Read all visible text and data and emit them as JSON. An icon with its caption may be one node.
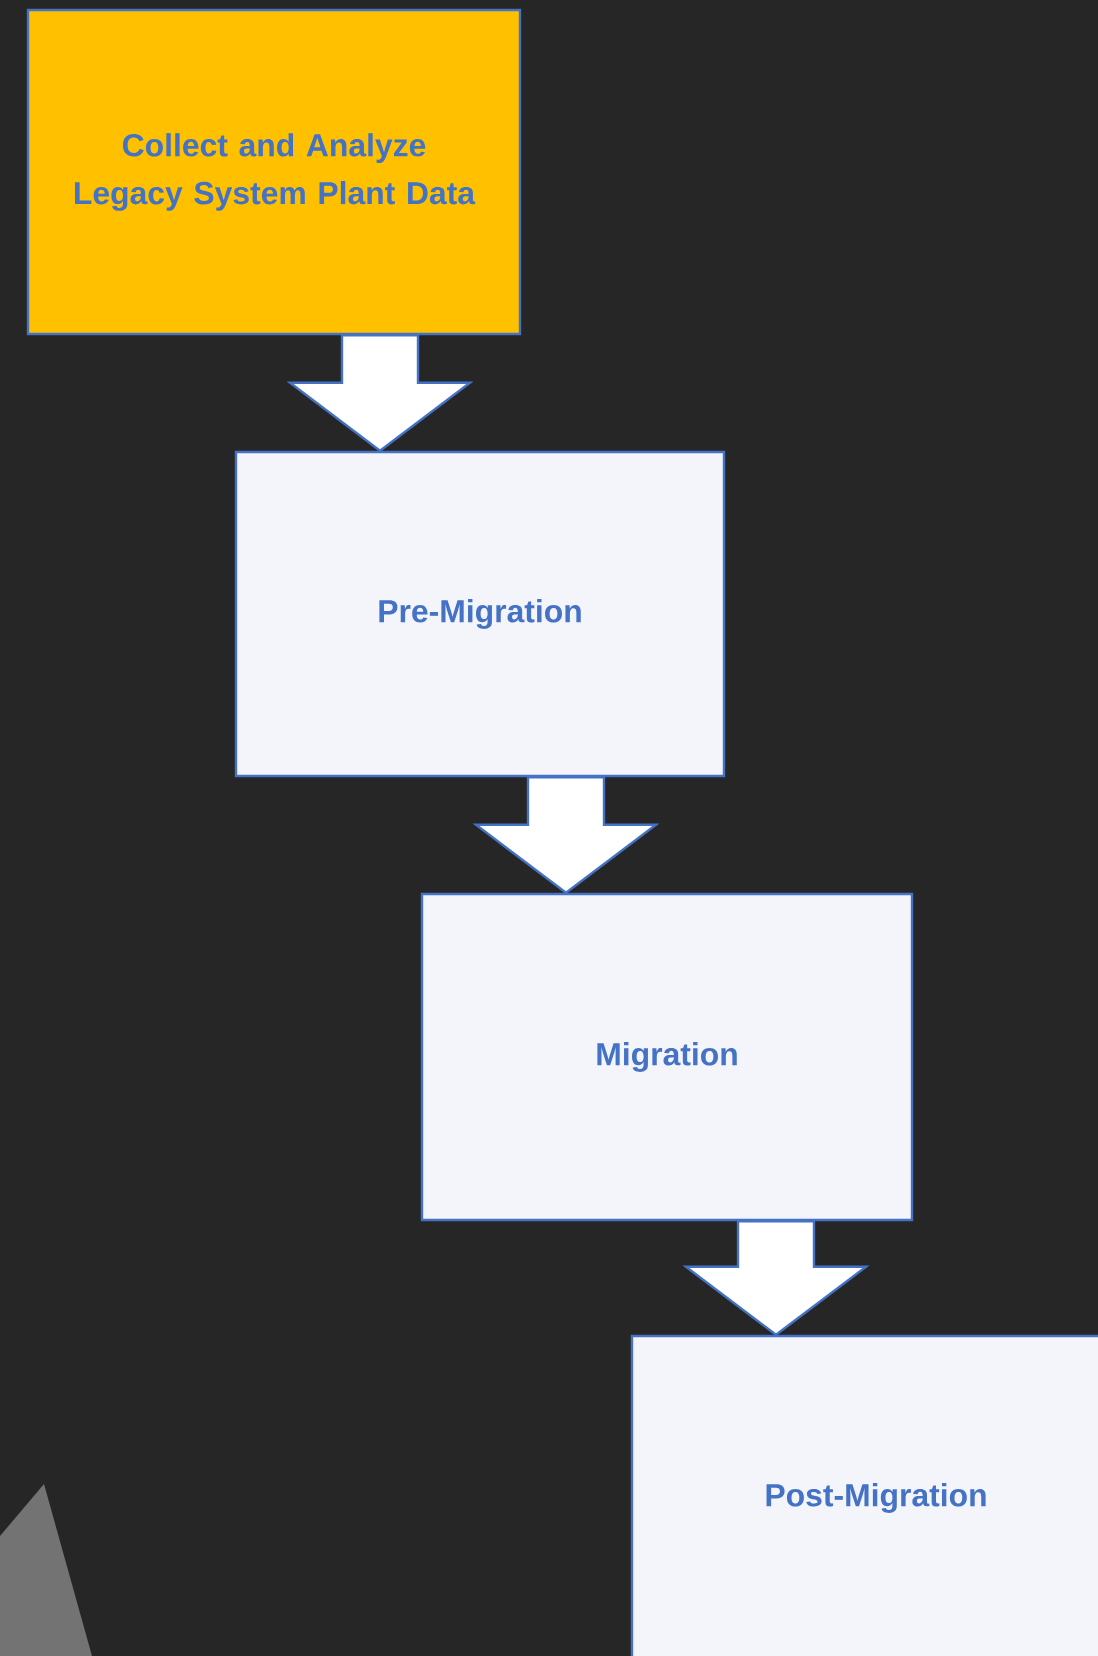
{
  "diagram": {
    "nodes": [
      {
        "text": [
          "Collect and Analyze Legacy System Plant Data"
        ]
      },
      {
        "text": [
          "Pre-Migration"
        ]
      },
      {
        "text": [
          "Migration"
        ]
      },
      {
        "text": [
          "Post-Migration"
        ]
      }
    ],
    "edges": [
      {
        "from": 0,
        "to": 1,
        "arrow": "to"
      },
      {
        "from": 1,
        "to": 2,
        "arrow": "to"
      },
      {
        "from": 2,
        "to": 3,
        "arrow": "to"
      }
    ]
  }
}
